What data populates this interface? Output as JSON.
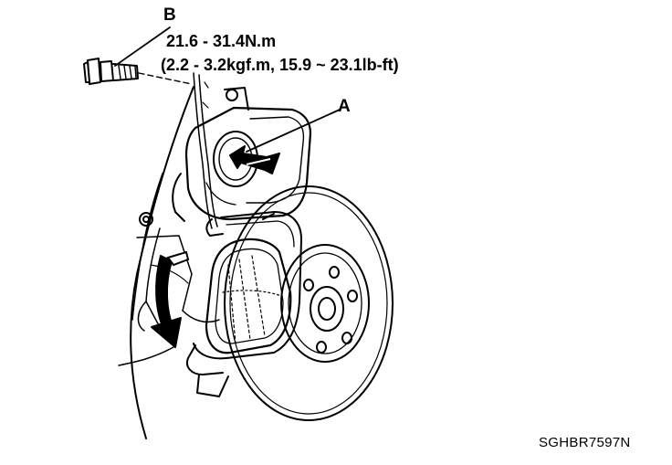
{
  "callouts": {
    "b_label": "B",
    "a_label": "A"
  },
  "torque": {
    "line1": "21.6 - 31.4N.m",
    "line2": "(2.2 - 3.2kgf.m, 15.9 ~ 23.1lb-ft)"
  },
  "figure_code": "SGHBR7597N",
  "colors": {
    "ink": "#000000",
    "paper": "#ffffff"
  }
}
